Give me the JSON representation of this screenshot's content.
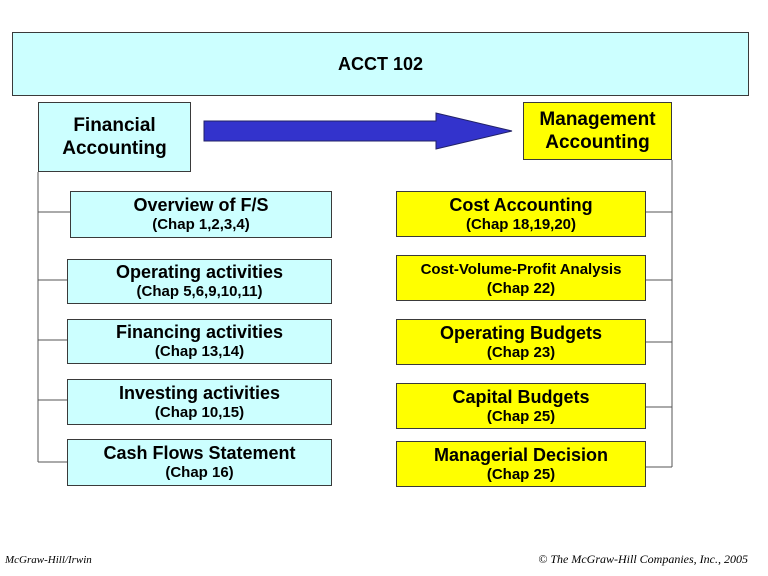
{
  "title": "ACCT 102",
  "financial": {
    "header_line1": "Financial",
    "header_line2": "Accounting",
    "items": [
      {
        "title": "Overview of F/S",
        "chapters": "(Chap 1,2,3,4)"
      },
      {
        "title": "Operating activities",
        "chapters": "(Chap 5,6,9,10,11)"
      },
      {
        "title": "Financing activities",
        "chapters": "(Chap 13,14)"
      },
      {
        "title": "Investing activities",
        "chapters": "(Chap 10,15)"
      },
      {
        "title": "Cash Flows Statement",
        "chapters": "(Chap 16)"
      }
    ]
  },
  "management": {
    "header_line1": "Management",
    "header_line2": "Accounting",
    "items": [
      {
        "title": "Cost Accounting",
        "chapters": "(Chap 18,19,20)"
      },
      {
        "title": "Cost-Volume-Profit Analysis",
        "chapters": "(Chap 22)"
      },
      {
        "title": "Operating Budgets",
        "chapters": "(Chap 23)"
      },
      {
        "title": "Capital Budgets",
        "chapters": "(Chap 25)"
      },
      {
        "title": "Managerial Decision",
        "chapters": "(Chap 25)"
      }
    ]
  },
  "footer": {
    "publisher": "McGraw-Hill/Irwin",
    "copyright": "© The McGraw-Hill Companies, Inc., 2005"
  },
  "colors": {
    "financial_fill": "#ccffff",
    "management_fill": "#ffff00",
    "arrow_fill": "#3333cc"
  }
}
